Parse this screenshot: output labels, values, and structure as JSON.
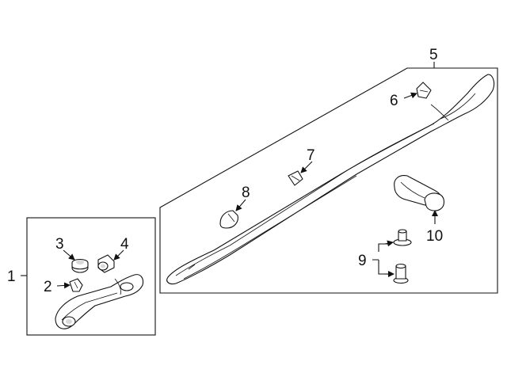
{
  "callouts": {
    "c1": "1",
    "c2": "2",
    "c3": "3",
    "c4": "4",
    "c5": "5",
    "c6": "6",
    "c7": "7",
    "c8": "8",
    "c9": "9",
    "c10": "10"
  },
  "colors": {
    "line": "#111111",
    "shade": "#d9d9d9",
    "background": "#ffffff"
  }
}
